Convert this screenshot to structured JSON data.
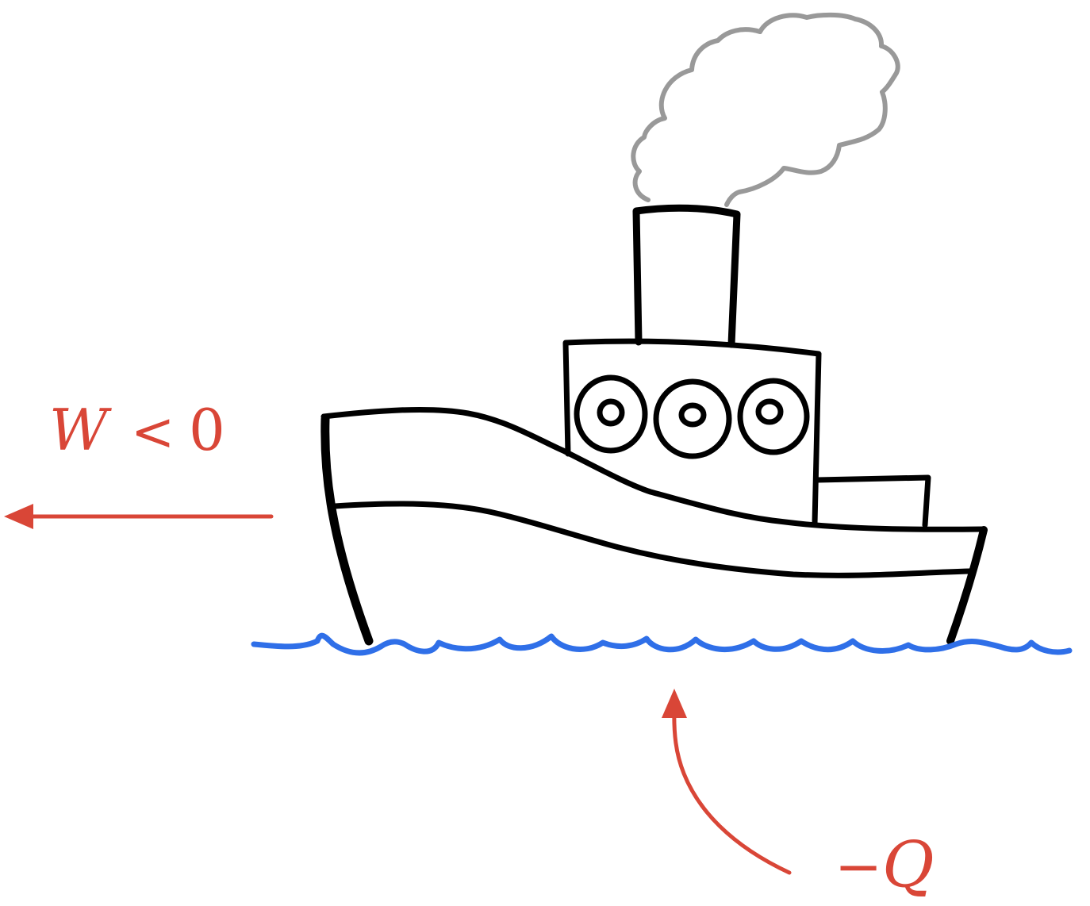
{
  "labels": {
    "work_var": "W",
    "work_rel": "<",
    "work_val": "0",
    "heat_sign": "−",
    "heat_var": "Q"
  },
  "colors": {
    "annotation": "#d94637",
    "water": "#2f6fe8",
    "smoke": "#999999",
    "ink": "#000000",
    "background": "#ffffff"
  }
}
